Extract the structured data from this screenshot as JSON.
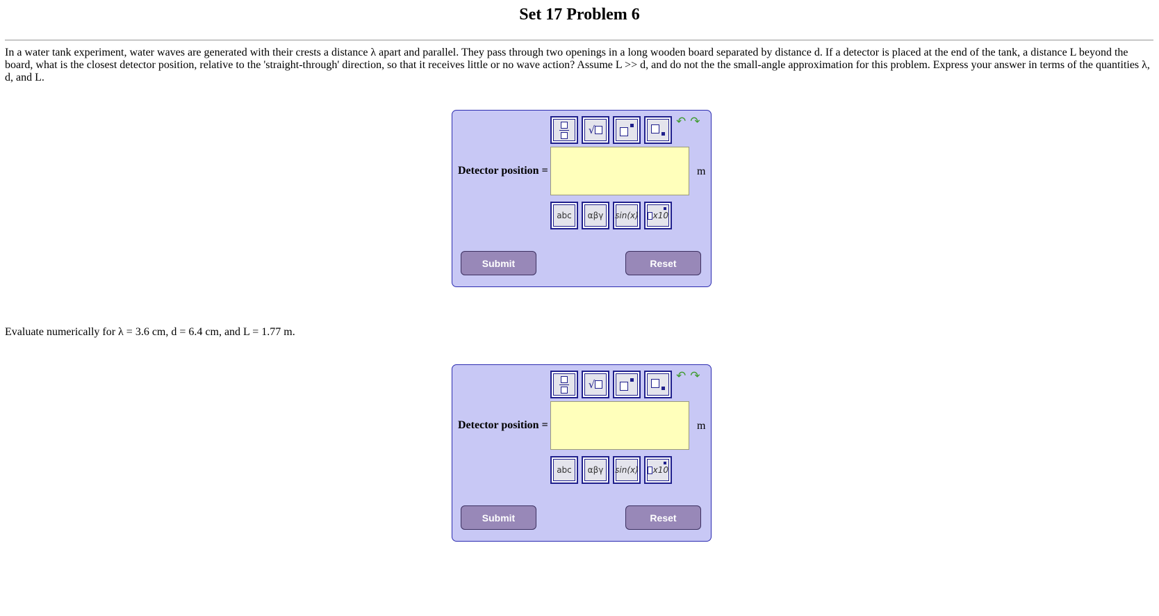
{
  "page": {
    "title": "Set 17 Problem 6",
    "problem_text": "In a water tank experiment, water waves are generated with their crests a distance λ apart and parallel. They pass through two openings in a long wooden board separated by distance d. If a detector is placed at the end of the tank, a distance L beyond the board, what is the closest detector position, relative to the 'straight-through' direction, so that it receives little or no wave action? Assume L >> d, and do not the the small-angle approximation for this problem. Express your answer in terms of the quantities λ, d, and L.",
    "evaluate_text": "Evaluate numerically for λ = 3.6 cm, d = 6.4 cm, and L = 1.77 m."
  },
  "answers": [
    {
      "label": "Detector position =",
      "value": "",
      "unit": "m",
      "submit_label": "Submit",
      "reset_label": "Reset"
    },
    {
      "label": "Detector position =",
      "value": "",
      "unit": "m",
      "submit_label": "Submit",
      "reset_label": "Reset"
    }
  ],
  "toolbar": {
    "top_icons": [
      "fraction-icon",
      "square-root-icon",
      "superscript-icon",
      "subscript-icon"
    ],
    "undo_icon": "undo-icon",
    "redo_icon": "redo-icon",
    "bottom_labels": {
      "text": "abc",
      "greek": "αβγ",
      "functions": "sin(x)",
      "scientific": "x10"
    }
  },
  "colors": {
    "panel_bg": "#c8c8f5",
    "panel_border": "#2b2bb0",
    "input_bg": "#ffffbb",
    "button_bg": "#9888b8",
    "undo_redo": "#3e9a2e"
  }
}
